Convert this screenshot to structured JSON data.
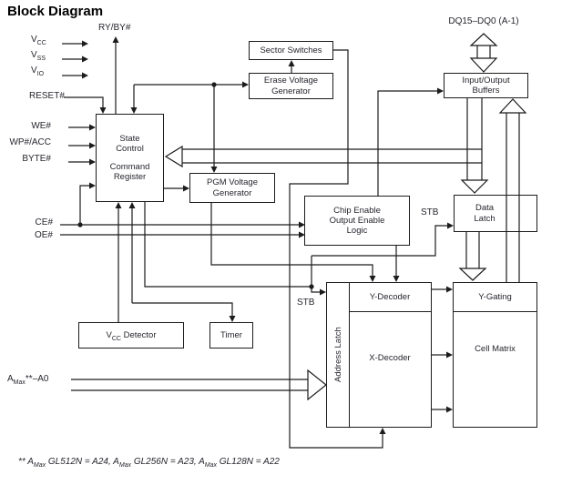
{
  "title": "Block Diagram",
  "colors": {
    "line": "#1c1c1c",
    "text": "#26262e",
    "title": "#000000",
    "background": "#ffffff"
  },
  "pins": {
    "vcc": {
      "base": "V",
      "sub": "CC"
    },
    "vss": {
      "base": "V",
      "sub": "SS"
    },
    "vio": {
      "base": "V",
      "sub": "IO"
    },
    "reset": "RESET#",
    "we": "WE#",
    "wp": "WP#/ACC",
    "byte": "BYTE#",
    "ce": "CE#",
    "oe": "OE#",
    "ryby": "RY/BY#",
    "dq": "DQ15–DQ0 (A-1)",
    "stb": "STB",
    "addr": {
      "p1": "A",
      "sub": "Max",
      "p2": "**–A0"
    }
  },
  "blocks": {
    "state_control": {
      "line1": "State",
      "line2": "Control",
      "line3": "Command",
      "line4": "Register"
    },
    "sector_switches": "Sector Switches",
    "erase_gen": {
      "line1": "Erase Voltage",
      "line2": "Generator"
    },
    "pgm_gen": {
      "line1": "PGM Voltage",
      "line2": "Generator"
    },
    "io_buffers": {
      "line1": "Input/Output",
      "line2": "Buffers"
    },
    "ce_oe": {
      "line1": "Chip Enable",
      "line2": "Output Enable",
      "line3": "Logic"
    },
    "data_latch": {
      "line1": "Data",
      "line2": "Latch"
    },
    "y_decoder": "Y-Decoder",
    "x_decoder": "X-Decoder",
    "addr_latch": "Address Latch",
    "y_gating": "Y-Gating",
    "cell_matrix": "Cell Matrix",
    "vcc_detector": {
      "p1": "V",
      "sub": "CC",
      "p2": " Detector"
    },
    "timer": "Timer"
  },
  "footnote": {
    "p1": "** A",
    "s1": "Max",
    "p2": " GL512N = A24, A",
    "s2": "Max",
    "p3": " GL256N = A23, A",
    "s3": "Max",
    "p4": " GL128N = A22"
  }
}
